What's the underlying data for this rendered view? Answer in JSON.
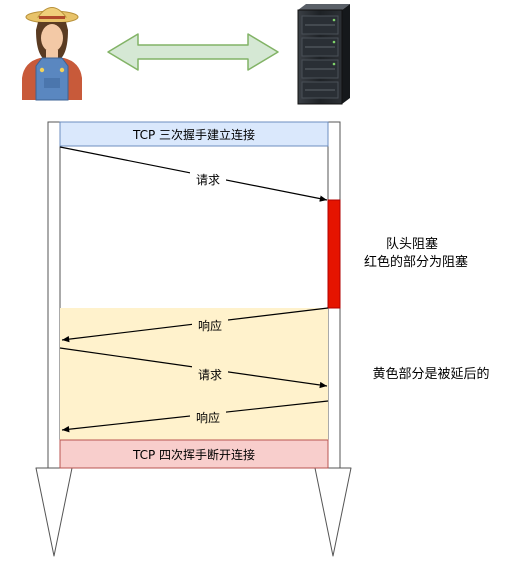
{
  "bars": {
    "handshake": "TCP 三次握手建立连接",
    "teardown": "TCP 四次挥手断开连接"
  },
  "messages": {
    "request_1": "请求",
    "response_1": "响应",
    "request_2": "请求",
    "response_2": "响应"
  },
  "notes": {
    "hol_title": "队头阻塞",
    "hol_desc": "红色的部分为阻塞",
    "yellow_desc": "黄色部分是被延后的"
  },
  "icons": {
    "client": "farmer-user-icon",
    "server": "server-rack-icon",
    "link": "double-arrow-icon"
  },
  "colors": {
    "handshake_fill": "#dae8fc",
    "handshake_stroke": "#6c8ebf",
    "teardown_fill": "#f8cecc",
    "teardown_stroke": "#b85450",
    "delayed_fill": "#fff2cc",
    "blocked_fill": "#e51400",
    "arrow_fill": "#d5e8d4",
    "arrow_stroke": "#82b366"
  }
}
